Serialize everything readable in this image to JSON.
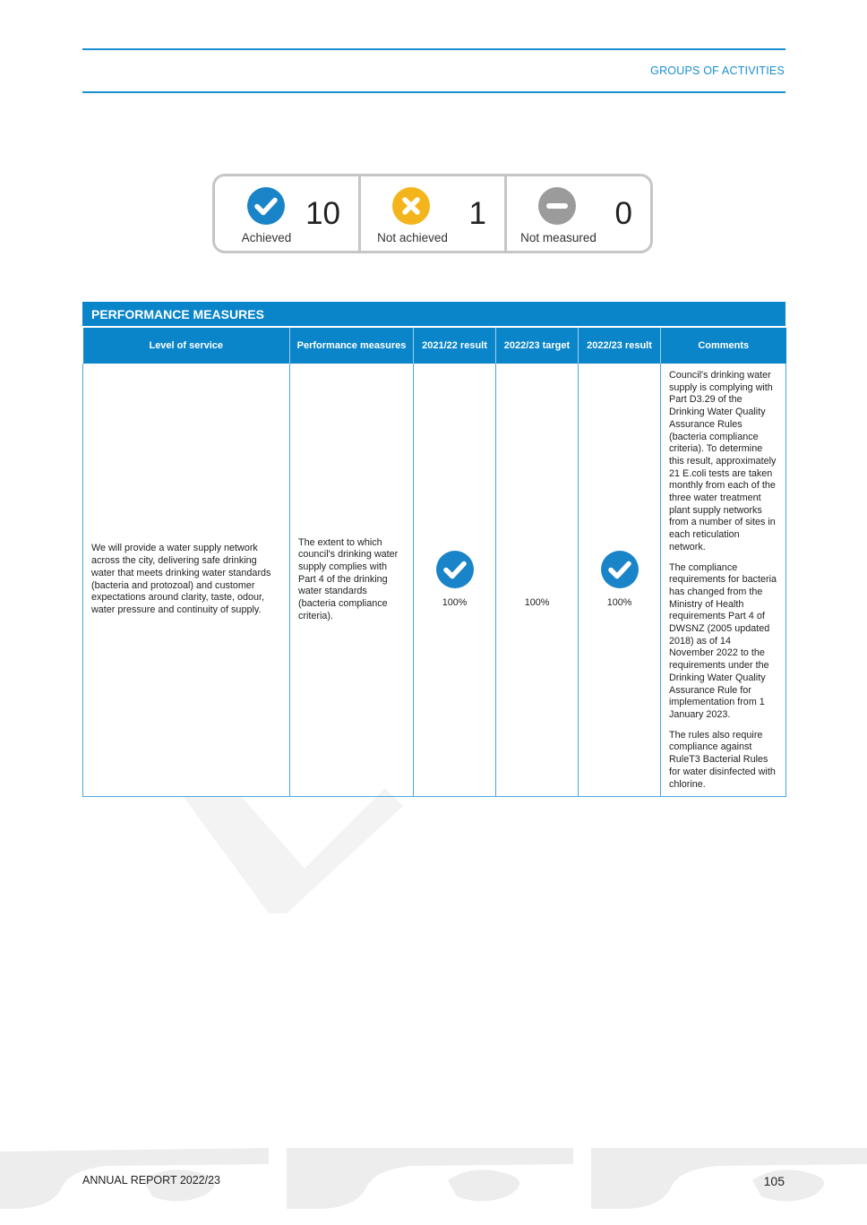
{
  "header": {
    "section": "GROUPS OF ACTIVITIES"
  },
  "summary": [
    {
      "label": "Achieved",
      "count": "10",
      "icon": "check-circle-icon",
      "color": "#1a84c8"
    },
    {
      "label": "Not achieved",
      "count": "1",
      "icon": "x-circle-icon",
      "color": "#f4b51c"
    },
    {
      "label": "Not measured",
      "count": "0",
      "icon": "minus-circle-icon",
      "color": "#9b9b9b"
    }
  ],
  "table": {
    "title": "PERFORMANCE MEASURES",
    "headers": {
      "level": "Level of service",
      "measures": "Performance measures",
      "r2122": "2021/22 result",
      "t2223": "2022/23 target",
      "r2223": "2022/23 result",
      "comments": "Comments"
    },
    "row": {
      "level": "We will provide a water supply network across the city, delivering safe drinking water that meets drinking water standards (bacteria and protozoal) and customer expectations around clarity, taste, odour, water pressure and continuity of supply.",
      "measure": "The extent to which council's drinking water supply complies with Part 4 of the drinking water standards (bacteria compliance criteria).",
      "r2122": "100%",
      "t2223": "100%",
      "r2223": "100%",
      "comments": [
        "Council's drinking water supply is complying with Part D3.29 of the Drinking Water Quality Assurance Rules (bacteria compliance criteria). To determine this result, approximately 21 E.coli tests are taken monthly from each of the three water treatment plant supply networks from a number of sites in each reticulation network.",
        "The compliance requirements for bacteria has changed from the Ministry of Health requirements Part 4 of DWSNZ (2005 updated 2018) as of 14 November 2022 to the requirements under the Drinking Water Quality Assurance Rule for implementation from 1 January 2023.",
        "The rules also require compliance against RuleT3 Bacterial Rules for water disinfected with chlorine."
      ]
    }
  },
  "footer": {
    "left": "ANNUAL REPORT 2022/23",
    "page": "105"
  },
  "colors": {
    "accent": "#0a85c9",
    "achieved": "#1a84c8",
    "not_achieved": "#f4b51c",
    "not_measured": "#9b9b9b"
  }
}
